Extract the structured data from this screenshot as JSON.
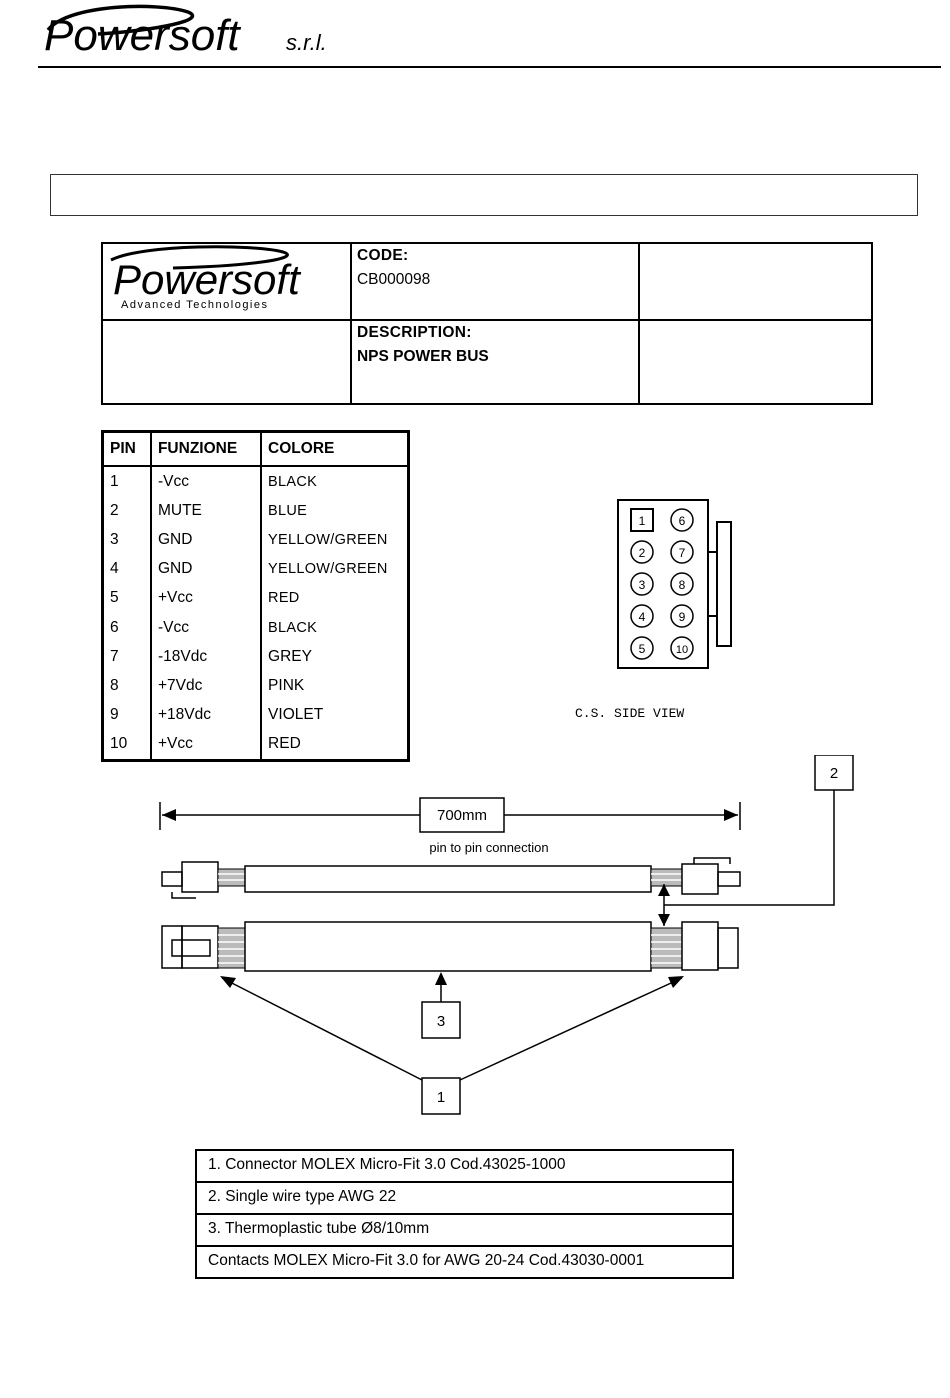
{
  "header": {
    "company_logo_text": "Powersoft",
    "company_suffix": "s.r.l."
  },
  "code_block": {
    "logo_text": "Powersoft",
    "logo_tagline": "Advanced Technologies",
    "code_label": "CODE:",
    "code_value": "CB000098",
    "description_label": "DESCRIPTION:",
    "description_value": "NPS POWER BUS"
  },
  "pin_table": {
    "headers": [
      "PIN",
      "FUNZIONE",
      "COLORE"
    ],
    "rows": [
      {
        "pin": "1",
        "function": "-Vcc",
        "color": "BLACK"
      },
      {
        "pin": "2",
        "function": "MUTE",
        "color": "BLUE"
      },
      {
        "pin": "3",
        "function": "GND",
        "color": "YELLOW/GREEN"
      },
      {
        "pin": "4",
        "function": "GND",
        "color": "YELLOW/GREEN"
      },
      {
        "pin": "5",
        "function": "+Vcc",
        "color": "RED"
      },
      {
        "pin": "6",
        "function": "-Vcc",
        "color": "BLACK"
      },
      {
        "pin": "7",
        "function": "-18Vdc",
        "color": "GREY"
      },
      {
        "pin": "8",
        "function": "+7Vdc",
        "color": "PINK"
      },
      {
        "pin": "9",
        "function": "+18Vdc",
        "color": "VIOLET"
      },
      {
        "pin": "10",
        "function": "+Vcc",
        "color": "RED"
      }
    ]
  },
  "connector_view": {
    "pins_left": [
      "1",
      "2",
      "3",
      "4",
      "5"
    ],
    "pins_right": [
      "6",
      "7",
      "8",
      "9",
      "10"
    ],
    "caption": "C.S. SIDE VIEW"
  },
  "cable_drawing": {
    "length_label": "700mm",
    "connection_label": "pin to pin connection",
    "callout_1": "1",
    "callout_2": "2",
    "callout_3": "3"
  },
  "parts_list": [
    "1.  Connector MOLEX Micro-Fit 3.0 Cod.43025-1000",
    "2.   Single wire type AWG 22",
    "3.   Thermoplastic tube  Ø8/10mm",
    "Contacts MOLEX Micro-Fit 3.0 for AWG 20-24 Cod.43030-0001"
  ]
}
